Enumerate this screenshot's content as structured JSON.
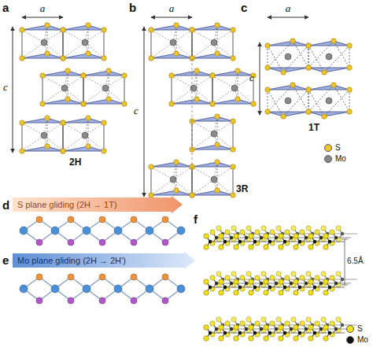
{
  "diagram": {
    "nodes": [
      {
        "text": [
          "S plane gliding (2H → 1T)"
        ]
      },
      {
        "text": [
          "Mo plane gliding (2H → 2H')"
        ]
      }
    ],
    "labels": [
      "a",
      "a",
      "c",
      "2H",
      "b",
      "a",
      "c",
      "3R",
      "c",
      "a",
      "c",
      "1T",
      "d",
      "e",
      "f",
      "6.5Å"
    ],
    "legend": [
      {
        "text": "S",
        "color": "#f0c52a"
      },
      {
        "text": "Mo",
        "color": "#8a8a8a"
      },
      {
        "text": "S",
        "color": "#f2e018"
      },
      {
        "text": "Mo",
        "color": "#111111"
      }
    ]
  }
}
